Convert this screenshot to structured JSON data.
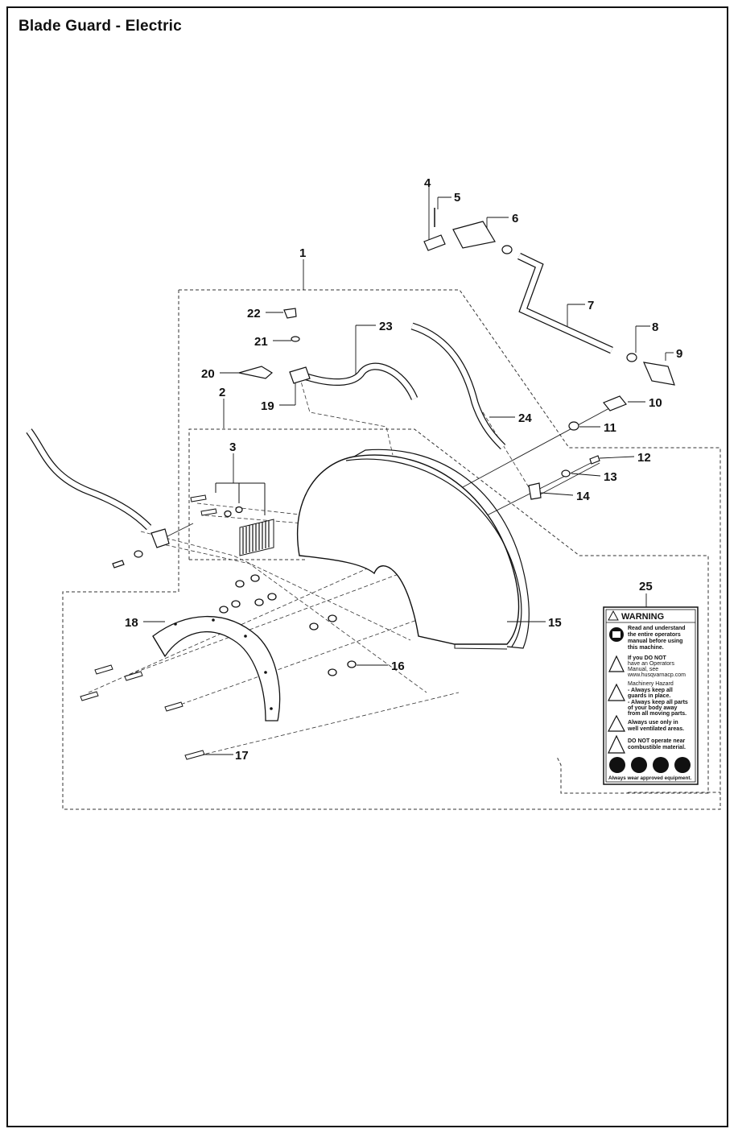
{
  "page": {
    "title": "Blade Guard - Electric"
  },
  "callouts": {
    "c1": "1",
    "c2": "2",
    "c3": "3",
    "c4": "4",
    "c5": "5",
    "c6": "6",
    "c7": "7",
    "c8": "8",
    "c9": "9",
    "c10": "10",
    "c11": "11",
    "c12": "12",
    "c13": "13",
    "c14": "14",
    "c15": "15",
    "c16": "16",
    "c17": "17",
    "c18": "18",
    "c19": "19",
    "c20": "20",
    "c21": "21",
    "c22": "22",
    "c23": "23",
    "c24": "24",
    "c25": "25"
  },
  "warning_label": {
    "heading": "WARNING",
    "line1": "Read and understand",
    "line2": "the entire operators",
    "line3": "manual before using",
    "line4": "this machine.",
    "line5": "If you DO NOT",
    "line6": "have an Operators",
    "line7": "Manual, see",
    "line8": "www.husqvarnacp.com",
    "line9": "Machinery Hazard",
    "line10": "- Always keep all",
    "line11": "guards in place.",
    "line12": "- Always keep all parts",
    "line13": "of your body away",
    "line14": "from all moving parts.",
    "line15": "Always use only in",
    "line16": "well ventilated areas.",
    "line17": "DO NOT operate near",
    "line18": "combustible material.",
    "footer": "Always wear approved equipment."
  }
}
